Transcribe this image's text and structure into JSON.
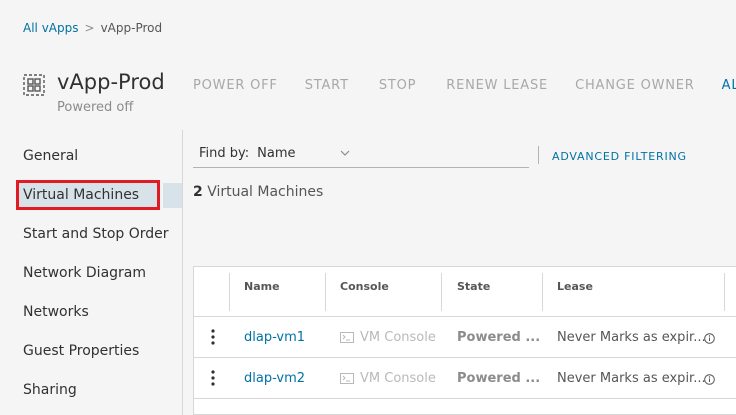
{
  "breadcrumb": {
    "root": "All vApps",
    "separator": ">",
    "current": "vApp-Prod"
  },
  "header": {
    "title": "vApp-Prod",
    "status": "Powered off",
    "icon": "vapp-grid-icon"
  },
  "actions": [
    "POWER OFF",
    "START",
    "STOP",
    "RENEW LEASE",
    "CHANGE OWNER",
    "AL"
  ],
  "sidebar": {
    "items": [
      {
        "label": "General"
      },
      {
        "label": "Virtual Machines",
        "active": true
      },
      {
        "label": "Start and Stop Order"
      },
      {
        "label": "Network Diagram"
      },
      {
        "label": "Networks"
      },
      {
        "label": "Guest Properties"
      },
      {
        "label": "Sharing"
      }
    ]
  },
  "filter": {
    "find_label": "Find by:",
    "find_value": "Name",
    "advanced": "ADVANCED FILTERING"
  },
  "vm_count": {
    "number": "2",
    "label": "Virtual Machines"
  },
  "table": {
    "headers": [
      "Name",
      "Console",
      "State",
      "Lease"
    ],
    "rows": [
      {
        "name": "dlap-vm1",
        "console": "VM Console",
        "state": "Powered ...",
        "lease": "Never Marks as expir..."
      },
      {
        "name": "dlap-vm2",
        "console": "VM Console",
        "state": "Powered ...",
        "lease": "Never Marks as expir..."
      }
    ]
  },
  "colors": {
    "accent": "#0072a3",
    "highlight_border": "#e01b24",
    "active_bg": "#d8e3e9"
  }
}
